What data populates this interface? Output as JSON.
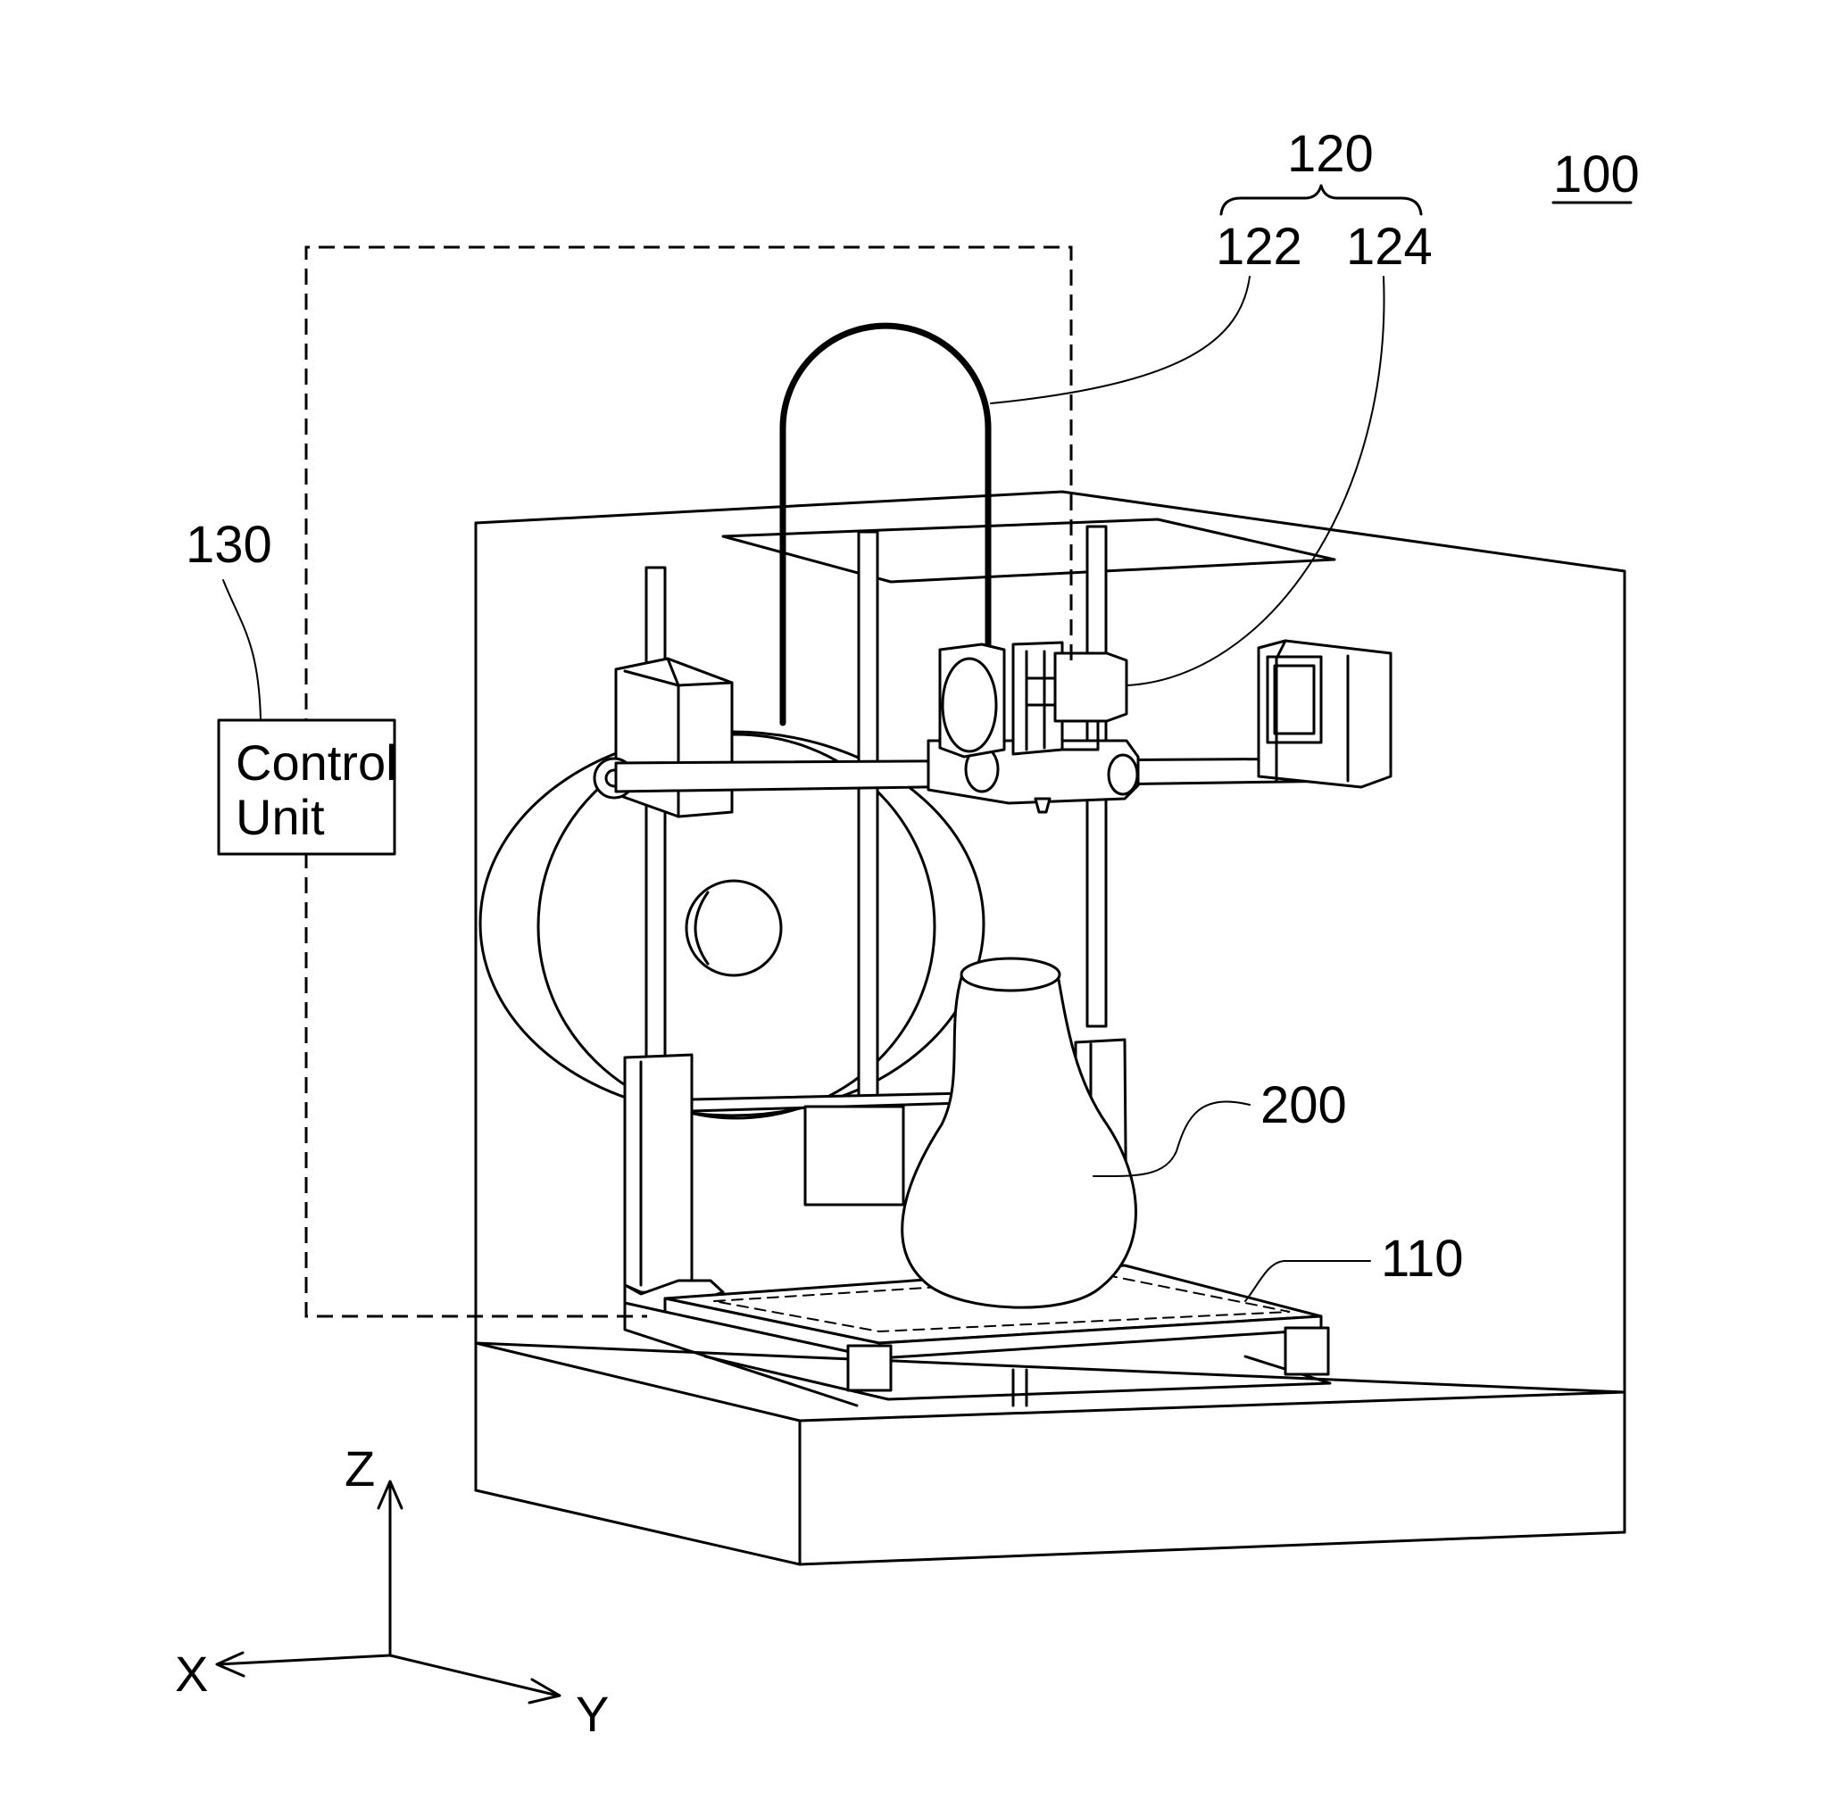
{
  "labels": {
    "device": "100",
    "platform": "110",
    "head_assembly": "120",
    "feed_tube": "122",
    "nozzle": "124",
    "control_ref": "130",
    "object": "200"
  },
  "control_unit": {
    "line1": "Control",
    "line2": "Unit"
  },
  "axes": {
    "z": "Z",
    "x": "X",
    "y": "Y"
  }
}
